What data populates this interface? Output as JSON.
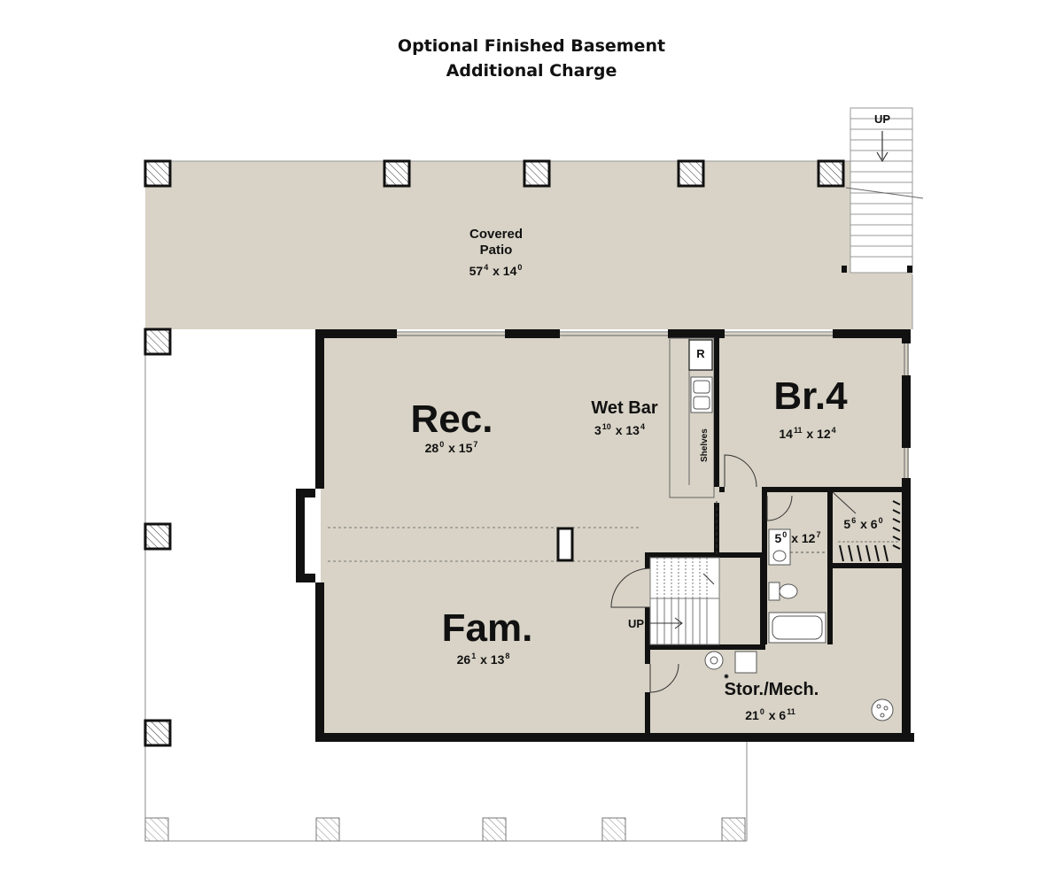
{
  "title": {
    "line1": "Optional Finished Basement",
    "line2": "Additional Charge"
  },
  "rooms": {
    "covered_patio": {
      "name_line1": "Covered",
      "name_line2": "Patio",
      "dim_w": "57",
      "dim_w_in": "4",
      "dim_d": "14",
      "dim_d_in": "0"
    },
    "rec": {
      "name": "Rec.",
      "dim_w": "28",
      "dim_w_in": "0",
      "dim_d": "15",
      "dim_d_in": "7"
    },
    "wet_bar": {
      "name": "Wet Bar",
      "dim_w": "3",
      "dim_w_in": "10",
      "dim_d": "13",
      "dim_d_in": "4"
    },
    "br4": {
      "name": "Br.4",
      "dim_w": "14",
      "dim_w_in": "11",
      "dim_d": "12",
      "dim_d_in": "4"
    },
    "closet": {
      "dim_w": "5",
      "dim_w_in": "6",
      "dim_d": "6",
      "dim_d_in": "0"
    },
    "bath": {
      "dim_w": "5",
      "dim_w_in": "0",
      "dim_d": "12",
      "dim_d_in": "7"
    },
    "fam": {
      "name": "Fam.",
      "dim_w": "26",
      "dim_w_in": "1",
      "dim_d": "13",
      "dim_d_in": "8"
    },
    "stor_mech": {
      "name": "Stor./Mech.",
      "dim_w": "21",
      "dim_w_in": "0",
      "dim_d": "6",
      "dim_d_in": "11"
    }
  },
  "fixtures": {
    "refrigerator": "R",
    "shelves": "Shelves",
    "stair_up_interior": "UP",
    "stair_up_exterior": "UP"
  },
  "colors": {
    "floor_fill": "#d8d3c6",
    "wall": "#111111",
    "background": "#ffffff"
  }
}
